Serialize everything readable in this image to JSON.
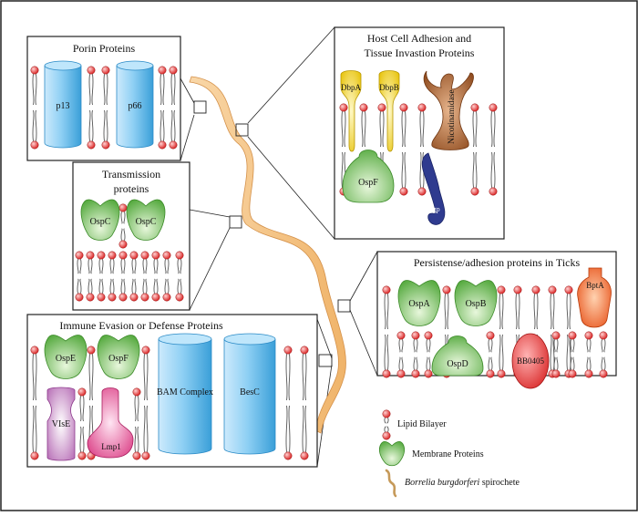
{
  "panels": {
    "porin": {
      "title": "Porin Proteins",
      "proteins": [
        "p13",
        "p66"
      ]
    },
    "host": {
      "title_line1": "Host Cell Adhesion and",
      "title_line2": "Tissue Invastion Proteins",
      "proteins": [
        "DbpA",
        "DbpB",
        "Nicotinamidase",
        "OspF",
        "Bgp"
      ]
    },
    "transmission": {
      "title_line1": "Transmission",
      "title_line2": "proteins",
      "proteins": [
        "OspC",
        "OspC"
      ]
    },
    "ticks": {
      "title": "Persistense/adhesion proteins in Ticks",
      "proteins": [
        "OspA",
        "OspB",
        "BptA",
        "OspD",
        "BB0405"
      ]
    },
    "immune": {
      "title": "Immune Evasion or Defense Proteins",
      "proteins": [
        "OspE",
        "OspF",
        "BAM Complex",
        "BesC",
        "VIsE",
        "Lmp1"
      ]
    }
  },
  "legend": {
    "lipid": "Lipid Bilayer",
    "membrane": "Membrane Proteins",
    "spirochete_italic": "Borrelia burgdorferi",
    "spirochete_rest": " spirochete"
  },
  "colors": {
    "porin_blue": "#5fb8e8",
    "green": "#7cc45e",
    "yellow": "#f2d21b",
    "brown": "#a25a24",
    "orange": "#ef5a1c",
    "red": "#e3232a",
    "purple": "#c98ac8",
    "pink": "#e2559b",
    "navy": "#2f3b8f",
    "spirochete": "#f6c88a"
  }
}
